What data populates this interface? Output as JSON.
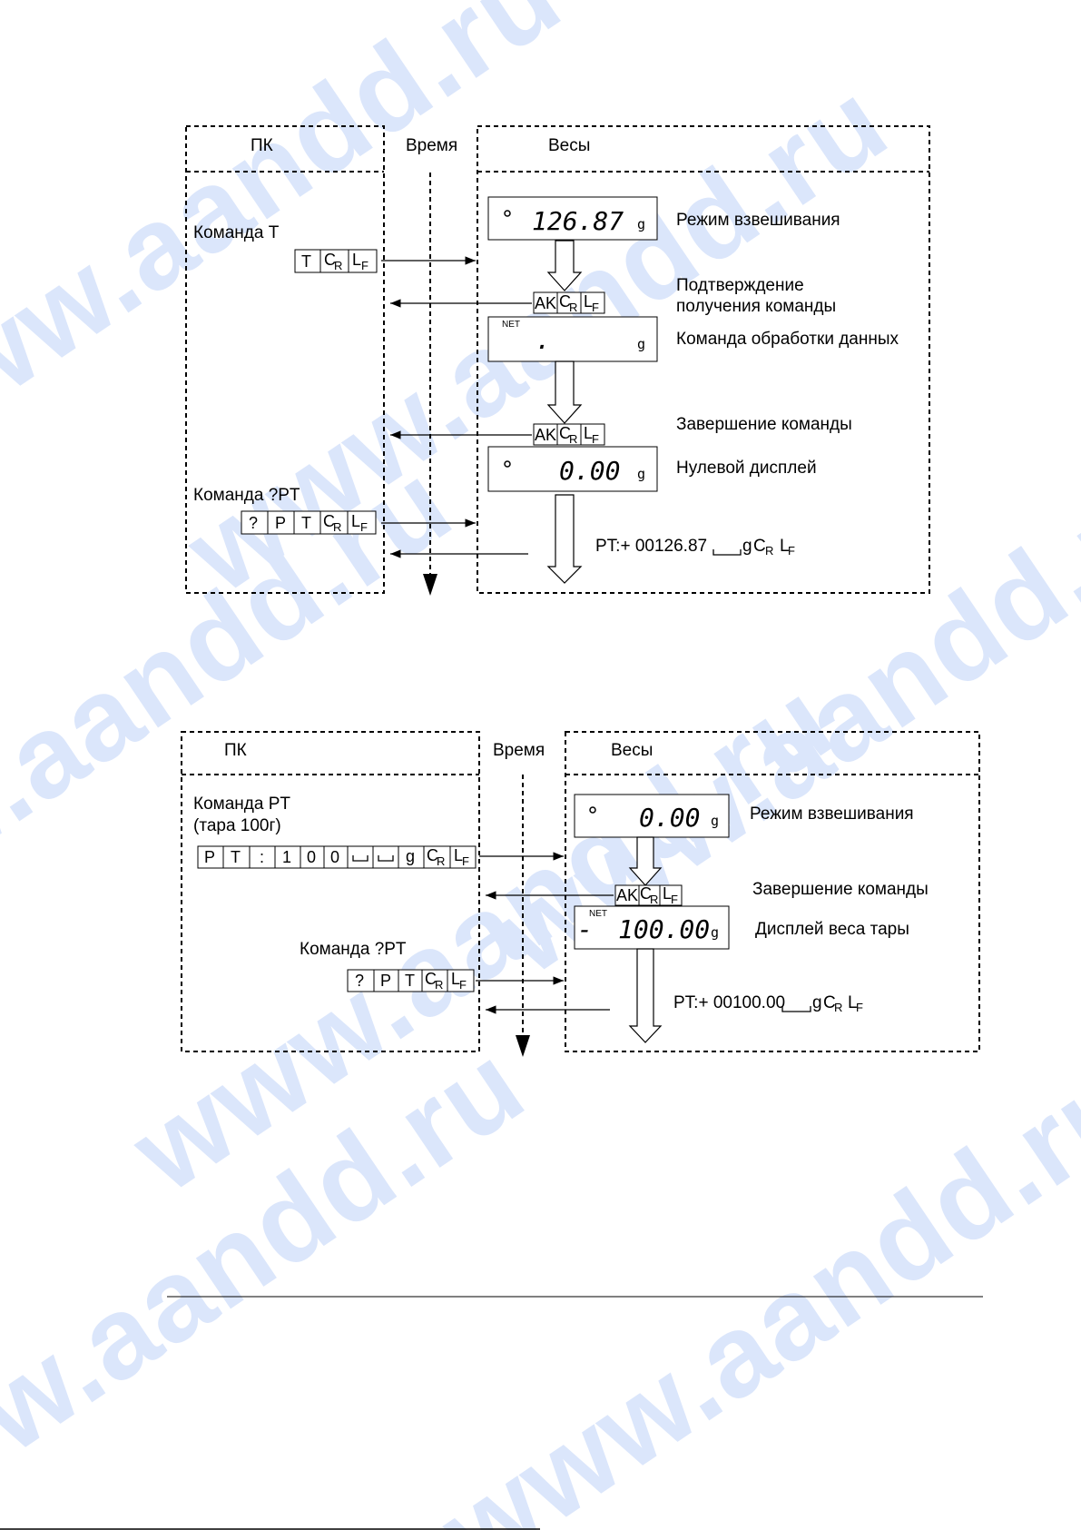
{
  "watermark": {
    "text": "www.aandd.ru"
  },
  "diagram1": {
    "pc_label": "ПК",
    "time_label": "Время",
    "scale_label": "Весы",
    "cmd_t": {
      "label": "Команда Т",
      "cells": [
        "T",
        "C|R",
        "L|F"
      ]
    },
    "display_weighing": {
      "value": "126.87",
      "unit": "g",
      "label": "Режим взвешивания"
    },
    "ack1": {
      "cells": [
        "AK",
        "C|R",
        "L|F"
      ],
      "label_line1": "Подтверждение",
      "label_line2": "получения команды"
    },
    "display_processing": {
      "net": "NET",
      "value": ".",
      "unit": "g",
      "label": "Команда обработки данных"
    },
    "ack2": {
      "cells": [
        "AK",
        "C|R",
        "L|F"
      ],
      "label": "Завершение команды"
    },
    "display_zero": {
      "value": "0.00",
      "unit": "g",
      "label": "Нулевой дисплей"
    },
    "cmd_qpt": {
      "label": "Команда ?PT",
      "cells": [
        "?",
        "P",
        "T",
        "C|R",
        "L|F"
      ]
    },
    "response": {
      "text": "PT:+ 00126.87",
      "unit": "g",
      "cr_main": "C",
      "cr_sub": "R",
      "lf_main": "L",
      "lf_sub": "F"
    }
  },
  "diagram2": {
    "pc_label": "ПК",
    "time_label": "Время",
    "scale_label": "Весы",
    "cmd_pt": {
      "label_line1": "Команда PT",
      "label_line2": "(тара 100г)",
      "cells": [
        "P",
        "T",
        ":",
        "1",
        "0",
        "0",
        "␣",
        "␣",
        "g",
        "C|R",
        "L|F"
      ]
    },
    "display_weighing": {
      "value": "0.00",
      "unit": "g",
      "label": "Режим взвешивания"
    },
    "ack": {
      "cells": [
        "AK",
        "C|R",
        "L|F"
      ],
      "label": "Завершение команды"
    },
    "display_tare": {
      "net": "NET",
      "sign": "-",
      "value": "100.00",
      "unit": "g",
      "label": "Дисплей веса тары"
    },
    "cmd_qpt": {
      "label": "Команда ?PT",
      "cells": [
        "?",
        "P",
        "T",
        "C|R",
        "L|F"
      ]
    },
    "response": {
      "text": "PT:+ 00100.00",
      "unit": "g",
      "cr_main": "C",
      "cr_sub": "R",
      "lf_main": "L",
      "lf_sub": "F"
    }
  }
}
